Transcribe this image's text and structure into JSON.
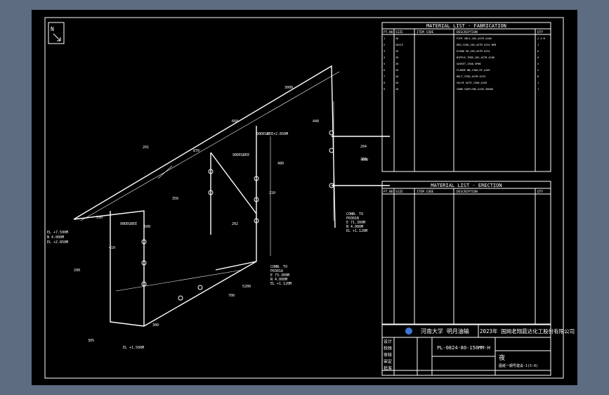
{
  "north_label": "N",
  "fabrication": {
    "title": "MATERIAL LIST - FABRICATION",
    "headers": [
      "PT.NO",
      "SIZE",
      "ITEM CODE",
      "DESCRIPTION",
      "QTY"
    ],
    "rows": [
      [
        "1",
        "20",
        "",
        "PIPE SMLS,20S,ASTM A106",
        "2.3 M"
      ],
      [
        "2",
        "20X15",
        "",
        "RED,SC80,20S,ASTM A234 WPB",
        "1"
      ],
      [
        "3",
        "20",
        "",
        "ELBOW 90,20S,ASTM A234",
        "6"
      ],
      [
        "4",
        "20",
        "",
        "NIPPLE,THRD,20S,ASTM A106",
        "6"
      ],
      [
        "5",
        "20",
        "",
        "GASKET,150#,SPWD",
        "2"
      ],
      [
        "6",
        "20",
        "",
        "FLANGE WN,150#,RF,A105",
        "2"
      ],
      [
        "7",
        "20",
        "",
        "BOLT,STUD,ASTM A193",
        "8"
      ],
      [
        "8",
        "20",
        "",
        "VALVE GATE,150#,A105",
        "1"
      ],
      [
        "9",
        "20",
        "",
        "CONN.COUPLING,A105,3000#",
        "1"
      ]
    ]
  },
  "erection": {
    "title": "MATERIAL LIST - ERECTION",
    "headers": [
      "PT.NO",
      "SIZE",
      "ITEM CODE",
      "DESCRIPTION",
      "QTY"
    ]
  },
  "title_block": {
    "school": "河南大学 明月油输",
    "company": "2023年 国网老翔晨达化工股份有限公司",
    "drawing_no": "PL-0824-80-150MM-H",
    "big_char": "夜",
    "sub_label": "图纸一期号建设-1(5-0)",
    "sign_labels": [
      "设计",
      "校核",
      "审核",
      "审定",
      "批准"
    ]
  },
  "annotations": {
    "el_left": [
      "EL +7.500M",
      "N 4.000M",
      "EL +2.850M"
    ],
    "el_bottom": "EL +1.500M",
    "conn_right": [
      "CONN. TO",
      "P0301B",
      "E 71.300M",
      "N 4.000M",
      "EL +1.120M"
    ],
    "conn_mid": [
      "CONN. TO",
      "P0301A",
      "E 73.300M",
      "N 4.000M",
      "EL +1.120M"
    ],
    "el_top": "EL +2.850M",
    "pipe_labels": [
      "90DEGREE",
      "90DEGREE",
      "90DEGREE"
    ],
    "dims": [
      "3000",
      "660",
      "870",
      "350",
      "500",
      "530",
      "410",
      "700",
      "480",
      "440",
      "640",
      "5200"
    ],
    "points": [
      "200",
      "300",
      "204",
      "203",
      "210",
      "305",
      "202",
      "201"
    ]
  }
}
